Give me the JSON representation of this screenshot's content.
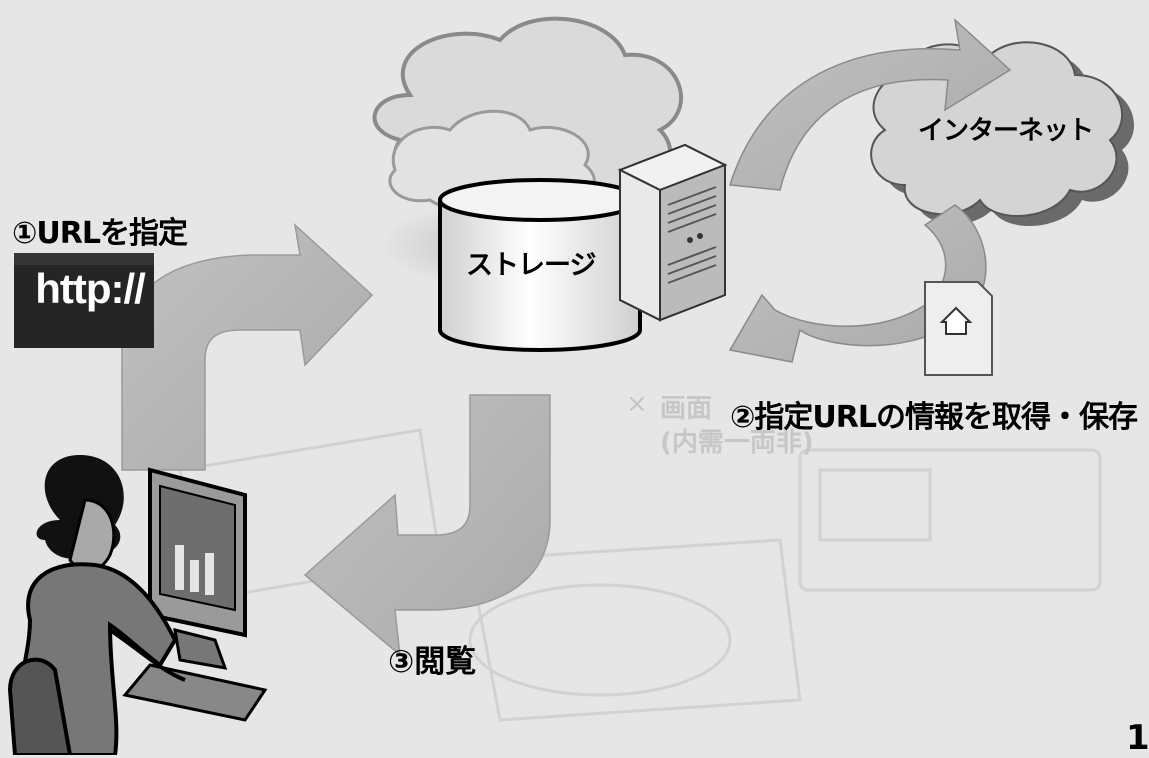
{
  "labels": {
    "step1": "①URLを指定",
    "step2": "②指定URLの情報を取得・保存",
    "step3": "③閲覧",
    "storage": "ストレージ",
    "internet": "インターネット",
    "http": "http://",
    "page_number": "1"
  },
  "background_faint_text": {
    "line1": "画面",
    "line2": "(内需一両非)"
  },
  "colors": {
    "background": "#e6e6e6",
    "arrow_fill": "#b9b9b9",
    "cloud_fill": "#d6d6d6",
    "dark": "#222222"
  },
  "icons": [
    "cloud-icon",
    "storage-cylinder-icon",
    "server-icon",
    "internet-cloud-icon",
    "web-page-icon",
    "http-banner-icon",
    "user-at-computer-icon"
  ]
}
